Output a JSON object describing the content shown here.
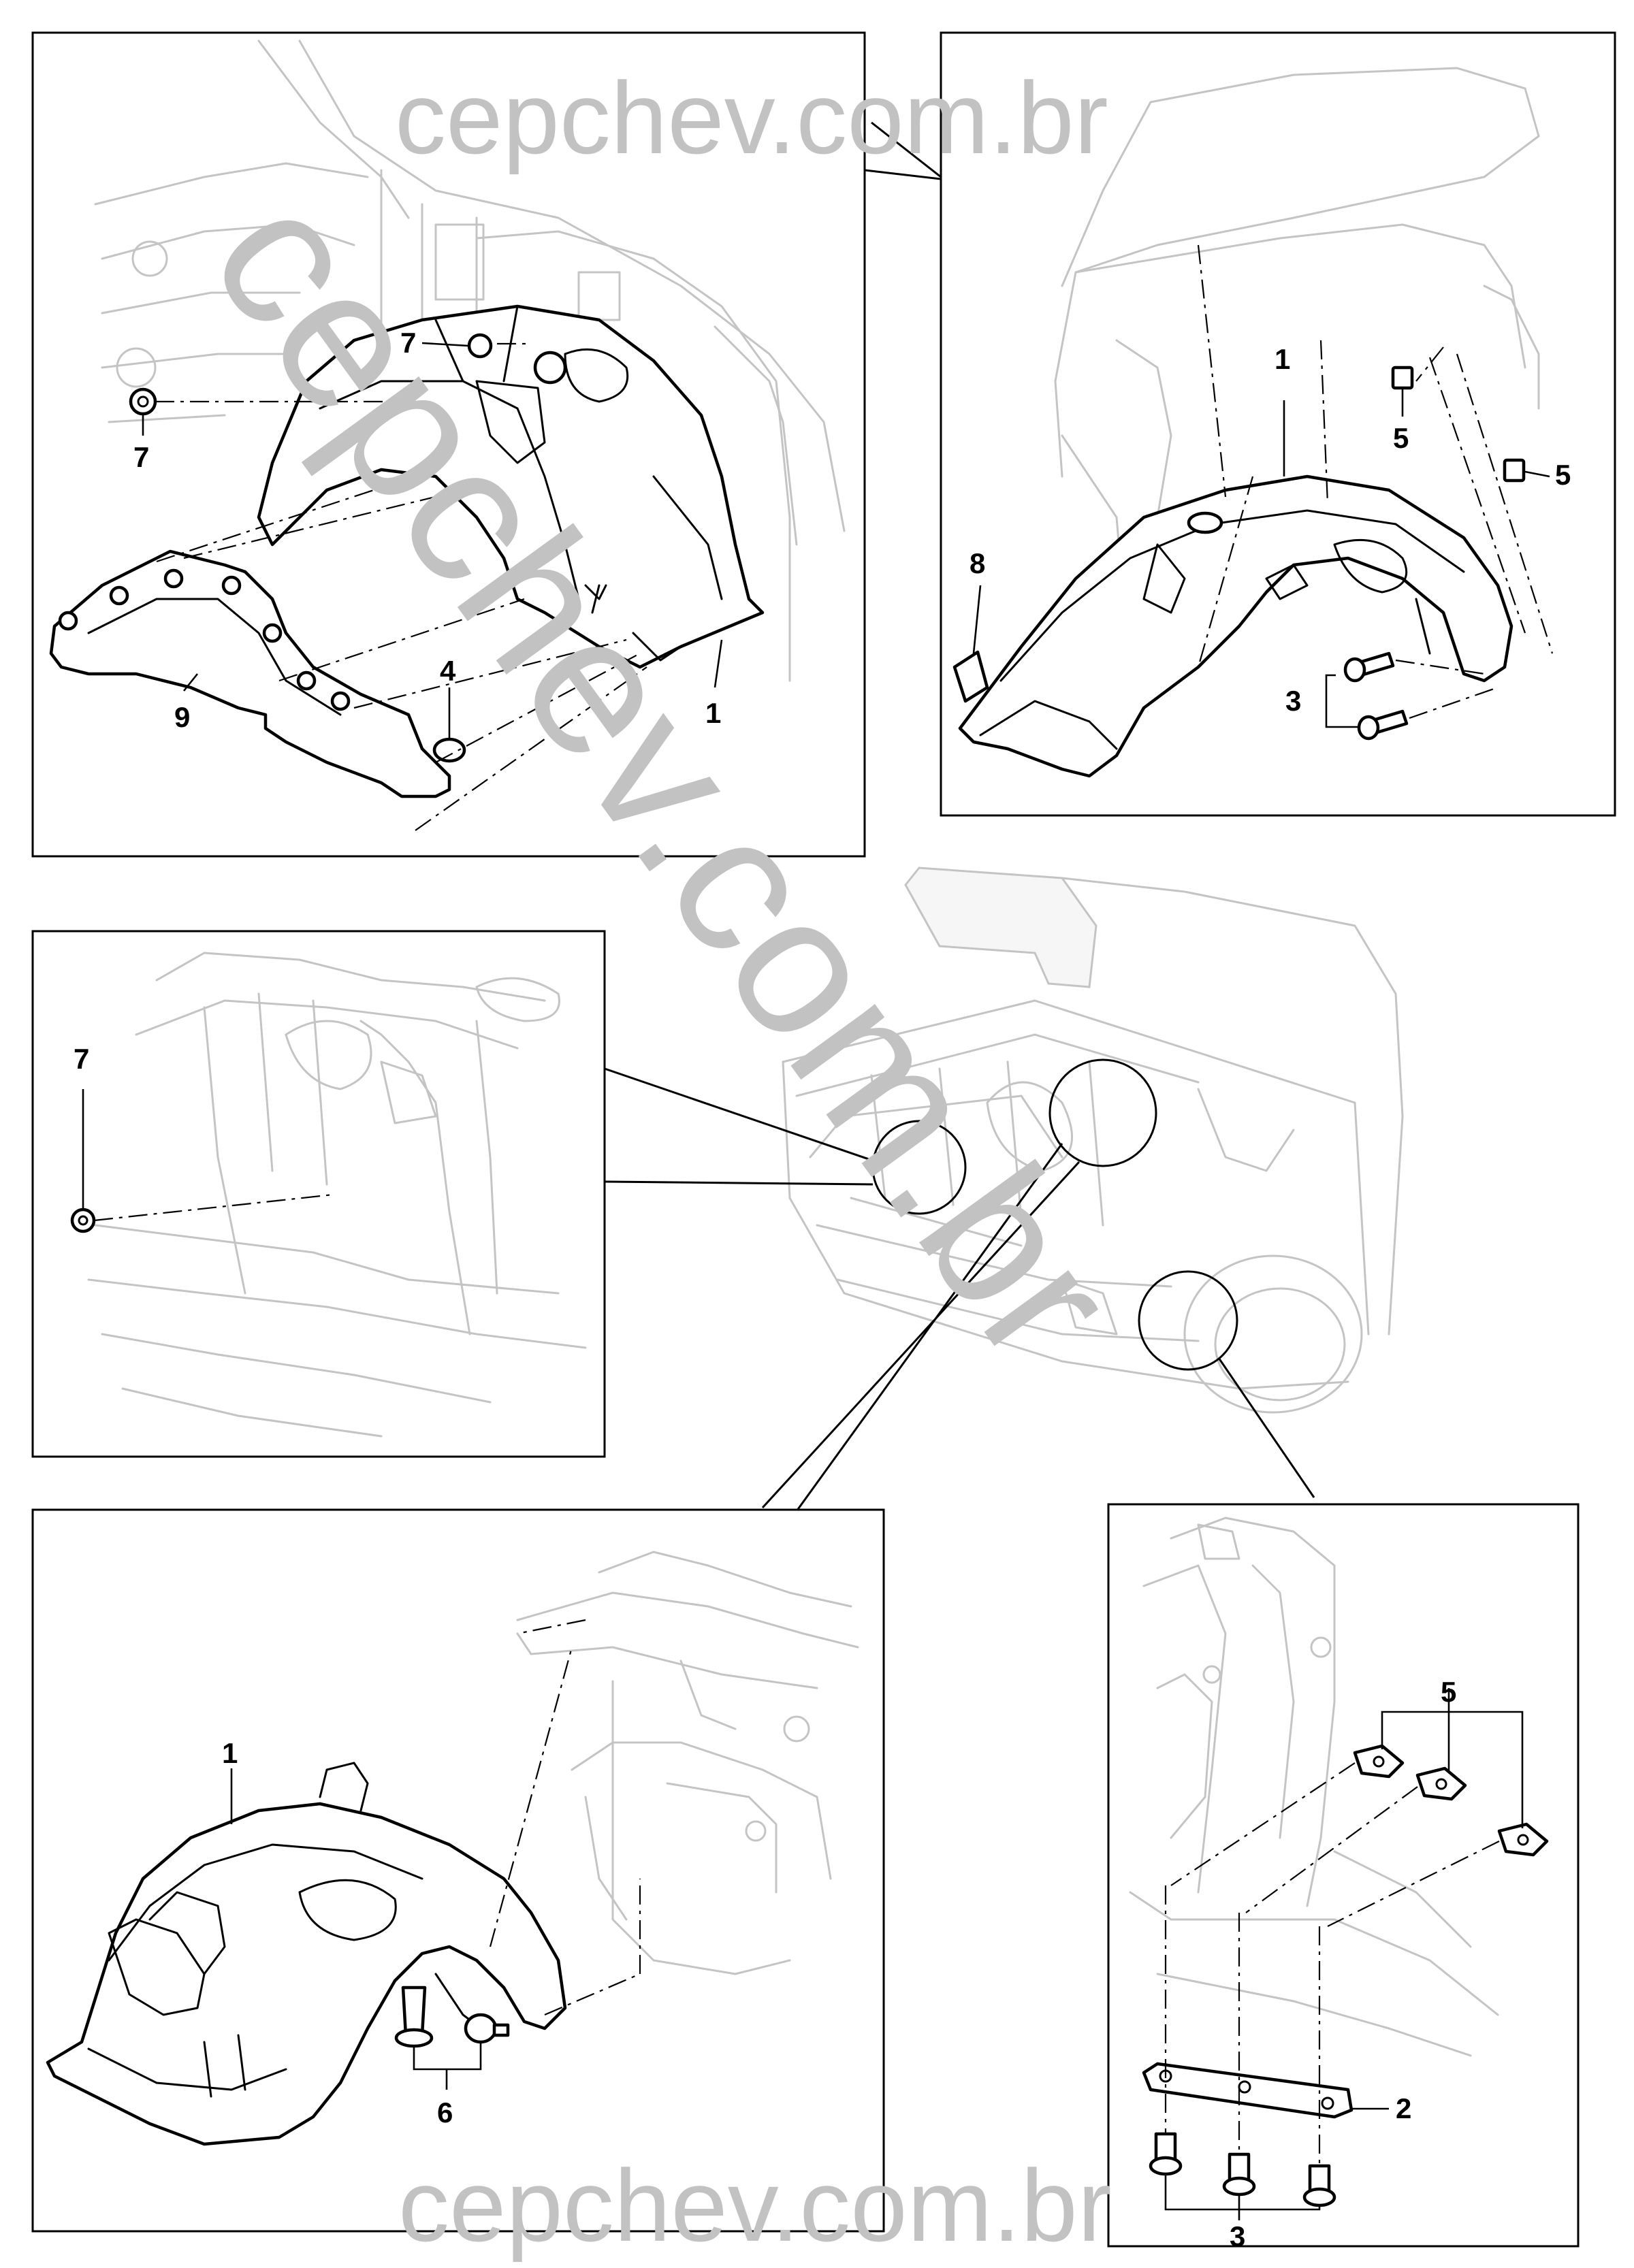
{
  "watermark": {
    "top_text": "cepchev.com.br",
    "bottom_text": "cepchev.com.br",
    "diagonal_text": "cepchev.com.br"
  },
  "callouts": {
    "p1_7": "7",
    "p1_7b": "7",
    "p1_4": "4",
    "p1_9": "9",
    "p1_1": "1",
    "p2_1": "1",
    "p2_5a": "5",
    "p2_5b": "5",
    "p2_8": "8",
    "p2_3": "3",
    "p3_7": "7",
    "p4_1": "1",
    "p4_6": "6",
    "p5_5": "5",
    "p5_2": "2",
    "p5_3": "3"
  }
}
